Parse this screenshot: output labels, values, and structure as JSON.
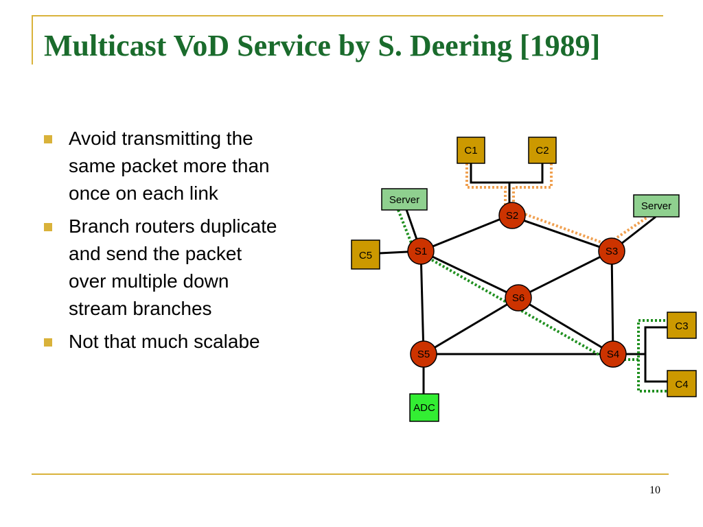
{
  "slide": {
    "title": "Multicast VoD Service by S. Deering [1989]",
    "bullets": [
      "Avoid transmitting the same packet more than once on each link",
      "Branch routers duplicate and send the packet over multiple down stream branches",
      "Not that much scalabe"
    ],
    "page_number": "10"
  },
  "diagram": {
    "routers": [
      "S1",
      "S2",
      "S3",
      "S4",
      "S5",
      "S6"
    ],
    "clients": [
      "C1",
      "C2",
      "C3",
      "C4",
      "C5"
    ],
    "servers": [
      "Server",
      "Server"
    ],
    "adc_label": "ADC",
    "colors": {
      "router_fill": "#cc3300",
      "client_fill": "#cc9900",
      "server_fill": "#8fd08f",
      "adc_fill": "#33ee33",
      "orange_path": "#f0a050",
      "green_path": "#1f8f1f",
      "accent_line": "#d9b23a",
      "title_color": "#1a6b2c"
    }
  }
}
